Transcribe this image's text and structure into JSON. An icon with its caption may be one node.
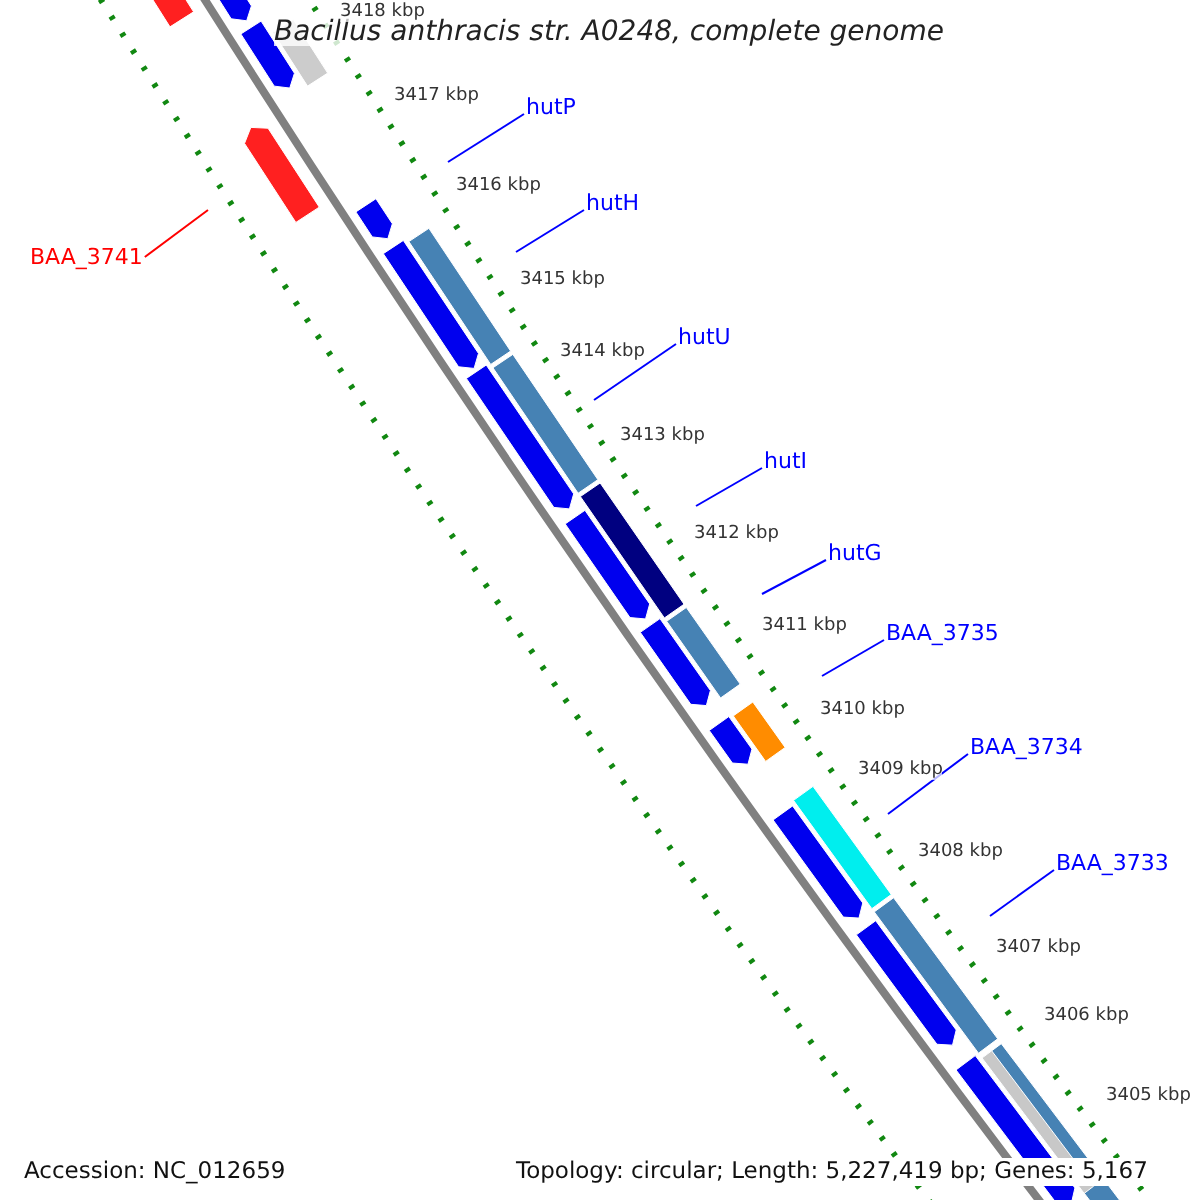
{
  "diagram": {
    "title": "Bacillus anthracis str. A0248, complete genome",
    "nodes": [
      {
        "text": [
          "hutP"
        ]
      },
      {
        "text": [
          "hutH"
        ]
      },
      {
        "text": [
          "hutU"
        ]
      },
      {
        "text": [
          "hutI"
        ]
      },
      {
        "text": [
          "hutG"
        ]
      },
      {
        "text": [
          "BAA_3735"
        ]
      },
      {
        "text": [
          "BAA_3734"
        ]
      },
      {
        "text": [
          "BAA_3733"
        ]
      },
      {
        "text": [
          "BAA_3741"
        ]
      }
    ],
    "edges": [
      {
        "from": 0,
        "to": null,
        "arrow": "none"
      },
      {
        "from": 1,
        "to": null,
        "arrow": "none"
      },
      {
        "from": 2,
        "to": null,
        "arrow": "none"
      },
      {
        "from": 3,
        "to": null,
        "arrow": "none"
      },
      {
        "from": 4,
        "to": null,
        "arrow": "none"
      },
      {
        "from": 5,
        "to": null,
        "arrow": "none"
      },
      {
        "from": 6,
        "to": null,
        "arrow": "none"
      },
      {
        "from": 7,
        "to": null,
        "arrow": "none"
      },
      {
        "from": 8,
        "to": null,
        "arrow": "none",
        "color": "#ff0000"
      }
    ],
    "labels": [
      "3418 kbp",
      "3417 kbp",
      "3416 kbp",
      "3415 kbp",
      "3414 kbp",
      "3413 kbp",
      "3412 kbp",
      "3411 kbp",
      "3410 kbp",
      "3409 kbp",
      "3408 kbp",
      "3407 kbp",
      "3406 kbp",
      "3405 kbp",
      "Accession: NC_012659",
      "Topology: circular; Length: 5,227,419 bp; Genes: 5,167"
    ]
  }
}
